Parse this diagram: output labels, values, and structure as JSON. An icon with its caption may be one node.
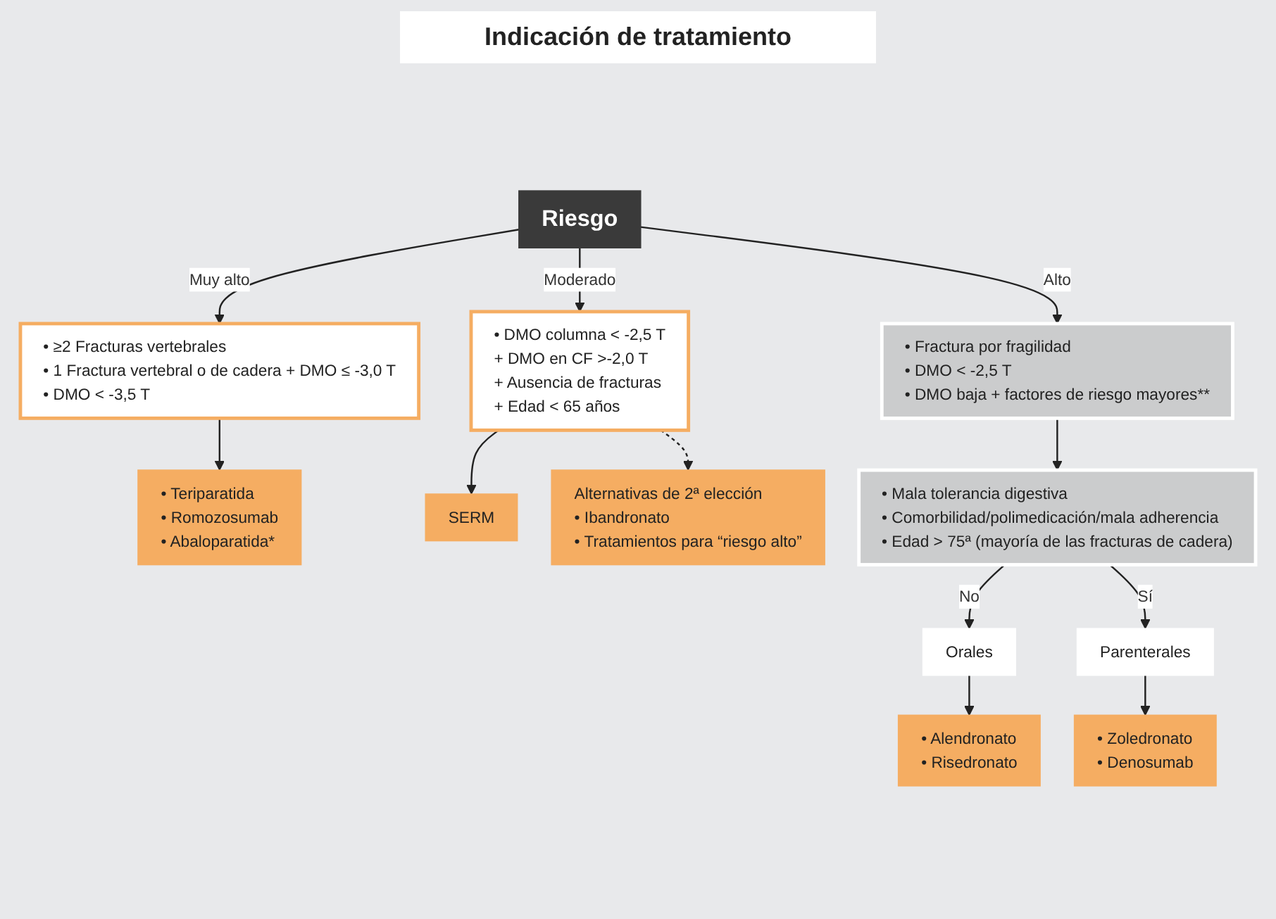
{
  "diagram": {
    "title": "Indicación de tratamiento",
    "nodes": [
      {
        "text": [
          "Riesgo"
        ]
      },
      {
        "text": [
          "• ≥2 Fracturas vertebrales",
          "• 1 Fractura vertebral o de cadera + DMO ≤ -3,0 T",
          "• DMO < -3,5 T"
        ]
      },
      {
        "text": [
          "• Teriparatida",
          "• Romozosumab",
          "• Abaloparatida*"
        ]
      },
      {
        "text": [
          "• Fractura por fragilidad",
          "• DMO < -2,5 T",
          "• DMO baja + factores de riesgo mayores**"
        ]
      },
      {
        "text": [
          "• DMO columna < -2,5 T",
          "+ DMO en CF >-2,0 T",
          "+ Ausencia de fracturas",
          "+ Edad < 65 años"
        ]
      },
      {
        "text": [
          "SERM"
        ]
      },
      {
        "text": [
          "Alternativas de 2ª elección",
          "• Ibandronato",
          "• Tratamientos para “riesgo alto”"
        ]
      },
      {
        "text": [
          "• Mala tolerancia digestiva",
          "• Comorbilidad/polimedicación/mala adherencia",
          "• Edad > 75ª (mayoría de las fracturas de cadera)"
        ]
      },
      {
        "text": [
          "Orales"
        ]
      },
      {
        "text": [
          "• Alendronato",
          "• Risedronato"
        ]
      },
      {
        "text": [
          "Parenterales"
        ]
      },
      {
        "text": [
          "• Zoledronato",
          "• Denosumab"
        ]
      }
    ],
    "edges": [
      {
        "from": 0,
        "to": 1,
        "arrow": "to",
        "label": "Muy alto"
      },
      {
        "from": 1,
        "to": 2,
        "arrow": "to"
      },
      {
        "from": 0,
        "to": 3,
        "arrow": "to",
        "label": "Alto"
      },
      {
        "from": 0,
        "to": 4,
        "arrow": "to",
        "label": "Moderado"
      },
      {
        "from": 4,
        "to": 5,
        "arrow": "to"
      },
      {
        "from": 4,
        "to": 6,
        "arrow": "to",
        "style": "dashed"
      },
      {
        "from": 3,
        "to": 7,
        "arrow": "to"
      },
      {
        "from": 7,
        "to": 8,
        "arrow": "to",
        "label": "No"
      },
      {
        "from": 7,
        "to": 10,
        "arrow": "to",
        "label": "Sí"
      },
      {
        "from": 8,
        "to": 9,
        "arrow": "to"
      },
      {
        "from": 10,
        "to": 11,
        "arrow": "to"
      }
    ]
  }
}
